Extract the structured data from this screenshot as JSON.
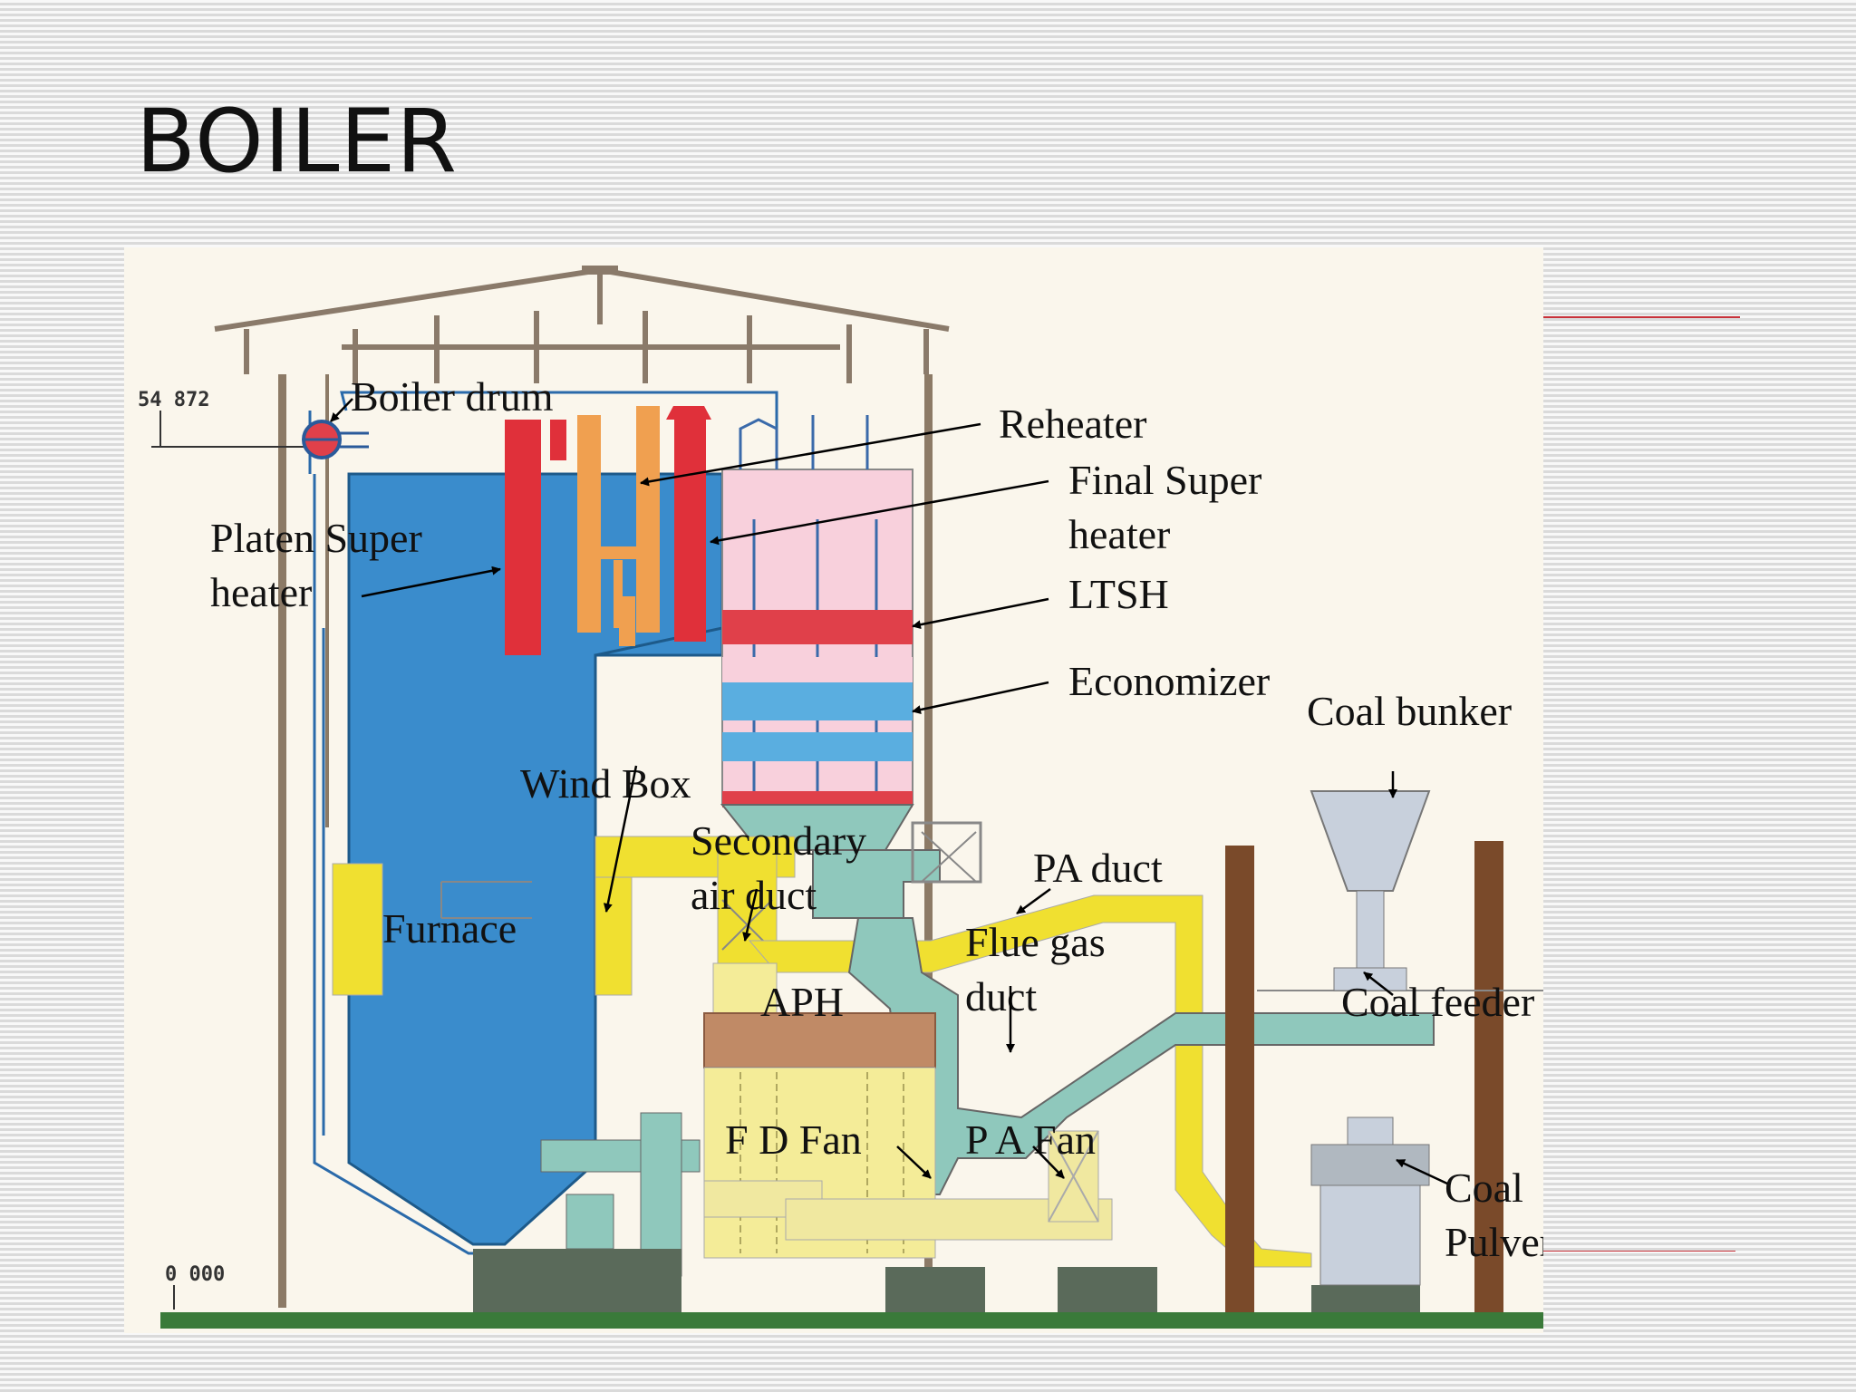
{
  "slide": {
    "title": "BOILER"
  },
  "diagram": {
    "elevations": {
      "top": "54 872",
      "ground": "0 000"
    },
    "labels": {
      "boiler_drum": "Boiler drum",
      "reheater": "Reheater",
      "final_sh_1": "Final Super",
      "final_sh_2": "heater",
      "platen_sh_1": "Platen Super",
      "platen_sh_2": "heater",
      "ltsh": "LTSH",
      "economizer": "Economizer",
      "coal_bunker": "Coal bunker",
      "wind_box": "Wind Box",
      "secondary_air_1": "Secondary",
      "secondary_air_2": "air duct",
      "pa_duct": "PA duct",
      "furnace": "Furnace",
      "flue_gas_1": "Flue gas",
      "flue_gas_2": "duct",
      "aph": "APH",
      "coal_feeder": "Coal feeder",
      "fd_fan": "F D Fan",
      "pa_fan": "P A Fan",
      "pulverizer_1": "Coal",
      "pulverizer_2": "Pulverizer"
    }
  }
}
